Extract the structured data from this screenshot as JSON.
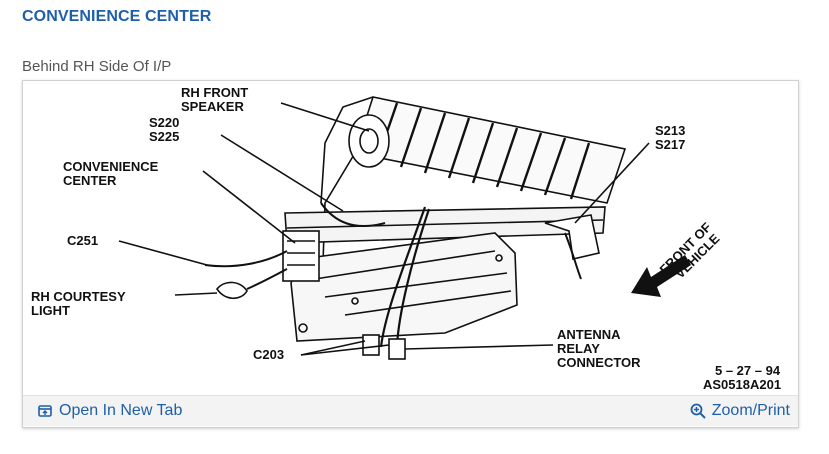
{
  "page_title": "CONVENIENCE CENTER",
  "caption": "Behind RH Side Of I/P",
  "diagram": {
    "labels": {
      "rh_front_speaker_1": "RH FRONT",
      "rh_front_speaker_2": "SPEAKER",
      "s220": "S220",
      "s225": "S225",
      "convenience_center_1": "CONVENIENCE",
      "convenience_center_2": "CENTER",
      "c251": "C251",
      "rh_courtesy_light_1": "RH COURTESY",
      "rh_courtesy_light_2": "LIGHT",
      "c203": "C203",
      "antenna_1": "ANTENNA",
      "antenna_2": "RELAY",
      "antenna_3": "CONNECTOR",
      "s213": "S213",
      "s217": "S217",
      "front_of_vehicle_1": "FRONT OF",
      "front_of_vehicle_2": "VEHICLE",
      "date_code": "5 – 27 – 94",
      "ref_code": "AS0518A201"
    }
  },
  "footer": {
    "open_new_tab": "Open In New Tab",
    "zoom_print": "Zoom/Print"
  },
  "colors": {
    "link": "#1f5fa8",
    "title": "#1f5fa8",
    "caption": "#555555"
  },
  "icons": {
    "open_new_tab": "open-in-new-tab-icon",
    "zoom_print": "zoom-in-icon"
  }
}
